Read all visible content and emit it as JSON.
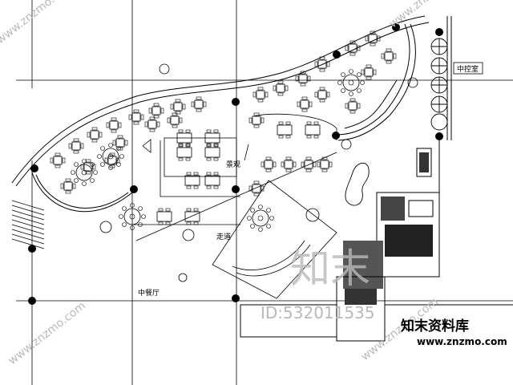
{
  "labels": {
    "restaurant_area": "中餐厅",
    "corner_room": "中控室",
    "garden_note": "景观",
    "side_note": "走道"
  },
  "watermark": {
    "site_diagonal": "www.znzmo.com",
    "brand_cn": "知末",
    "id_text": "ID:532011535",
    "brand_footer": "知末资料库",
    "site_footer": "www.znzmo.com"
  },
  "icons": {
    "table_group": "dining-table-icon",
    "column": "column-icon",
    "tree": "tree-icon",
    "round_table": "round-table-icon"
  },
  "colors": {
    "line": "#000000",
    "watermark": "#b9b9b9",
    "background": "#ffffff"
  }
}
